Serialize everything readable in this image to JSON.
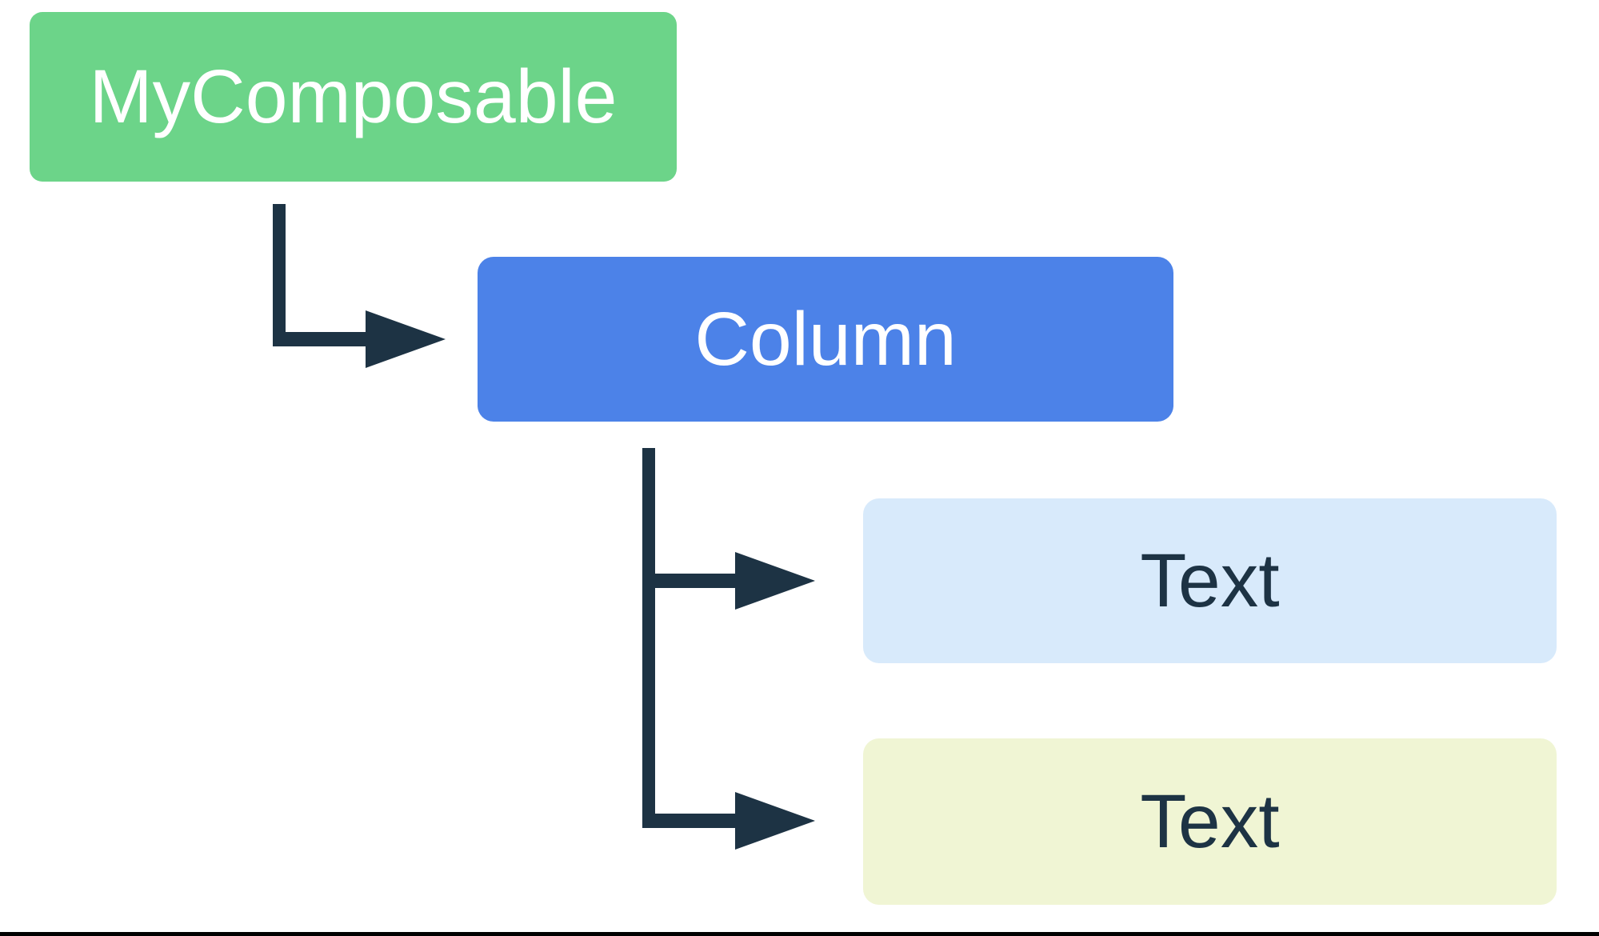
{
  "diagram": {
    "nodes": [
      {
        "id": "my-composable",
        "label": "MyComposable",
        "bg": "#6CD489",
        "fg": "#FFFFFF"
      },
      {
        "id": "column",
        "label": "Column",
        "bg": "#4C82E8",
        "fg": "#FFFFFF"
      },
      {
        "id": "text-1",
        "label": "Text",
        "bg": "#D8EAFB",
        "fg": "#1D3344"
      },
      {
        "id": "text-2",
        "label": "Text",
        "bg": "#F0F5D4",
        "fg": "#1D3344"
      }
    ],
    "edges": [
      {
        "from": "my-composable",
        "to": "column"
      },
      {
        "from": "column",
        "to": "text-1"
      },
      {
        "from": "column",
        "to": "text-2"
      }
    ],
    "connector_color": "#1D3344",
    "footer_rule_color": "#000000"
  }
}
